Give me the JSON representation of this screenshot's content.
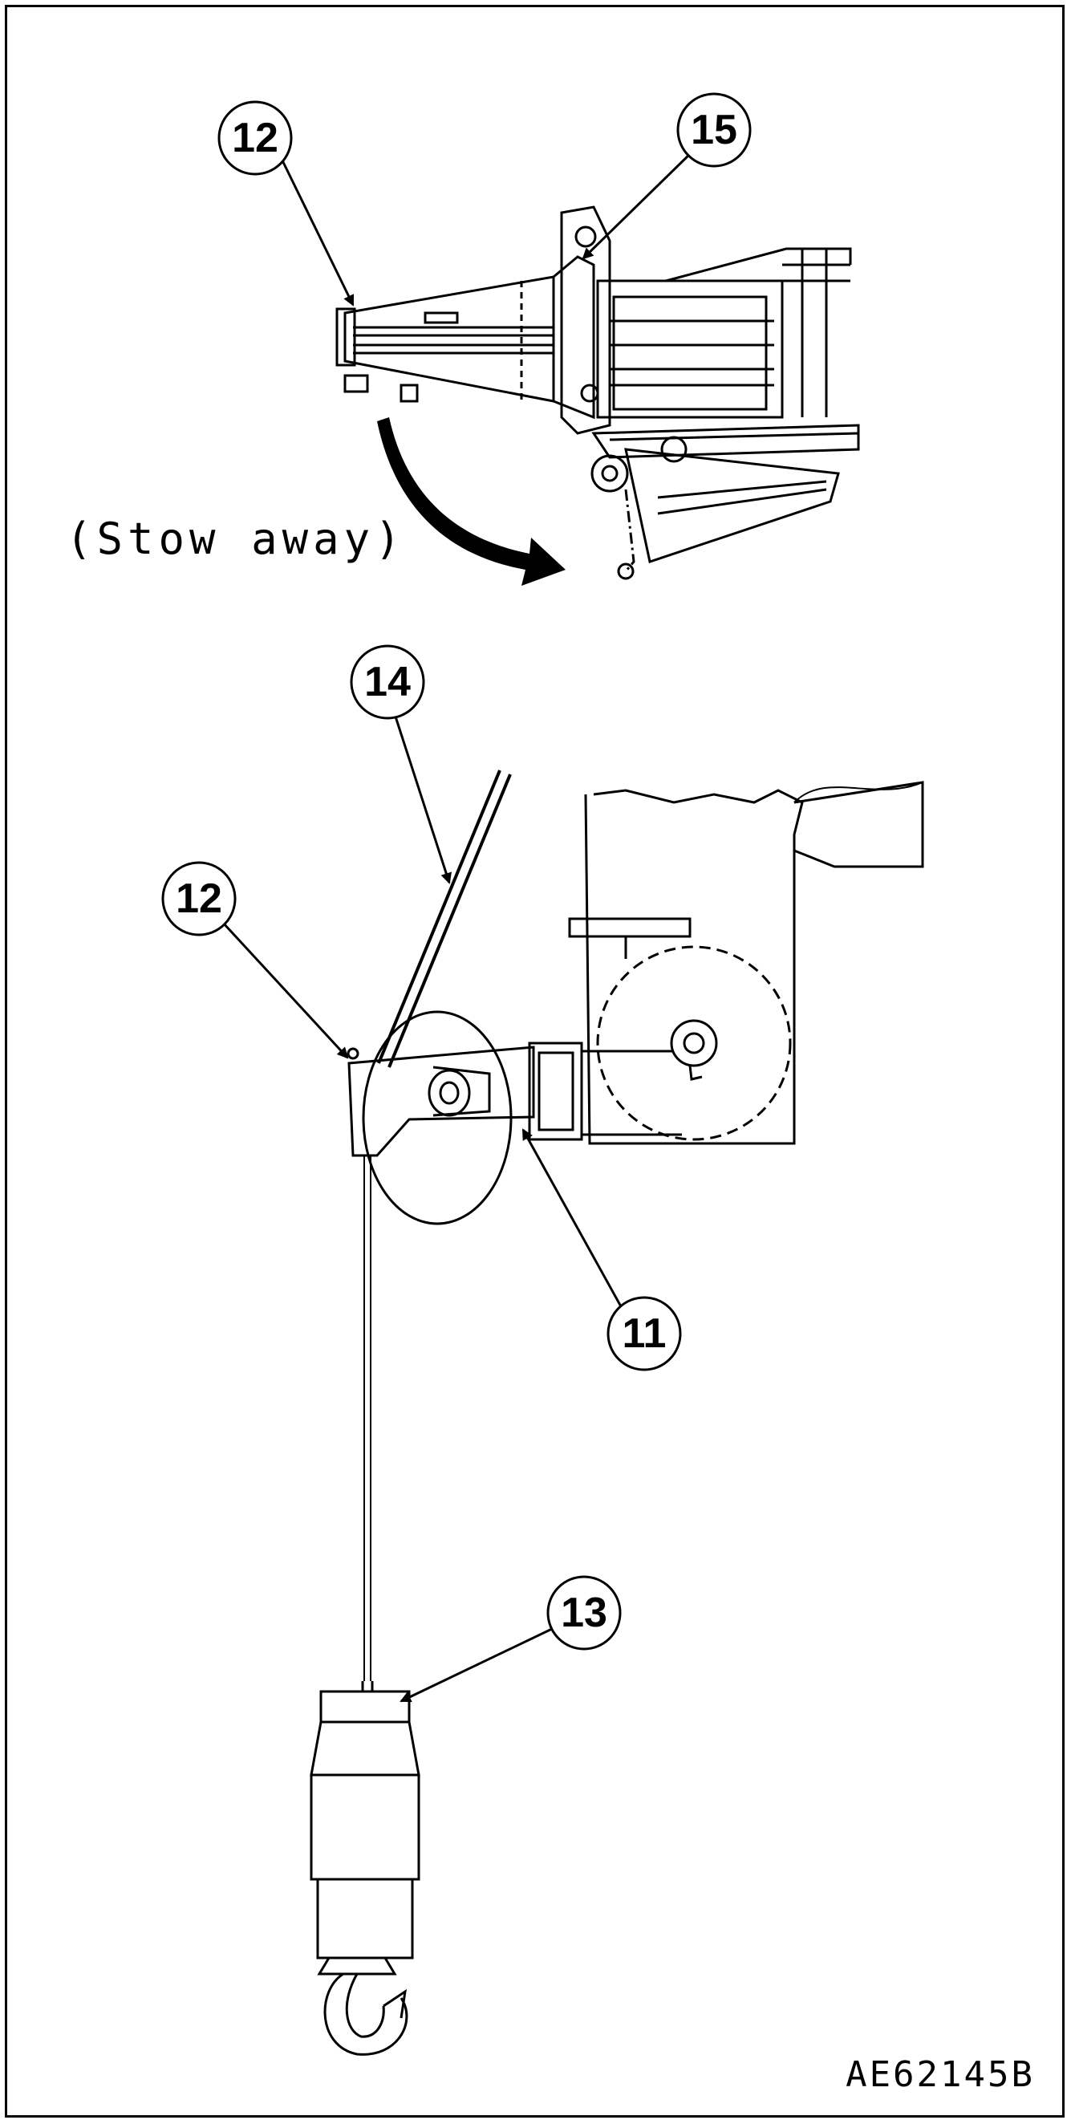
{
  "callouts": {
    "c15": "15",
    "c12_top": "12",
    "c14": "14",
    "c12_mid": "12",
    "c11": "11",
    "c13": "13"
  },
  "caption": "(Stow away)",
  "figure_id": "AE62145B",
  "colors": {
    "ink": "#000000",
    "paper": "#ffffff"
  }
}
